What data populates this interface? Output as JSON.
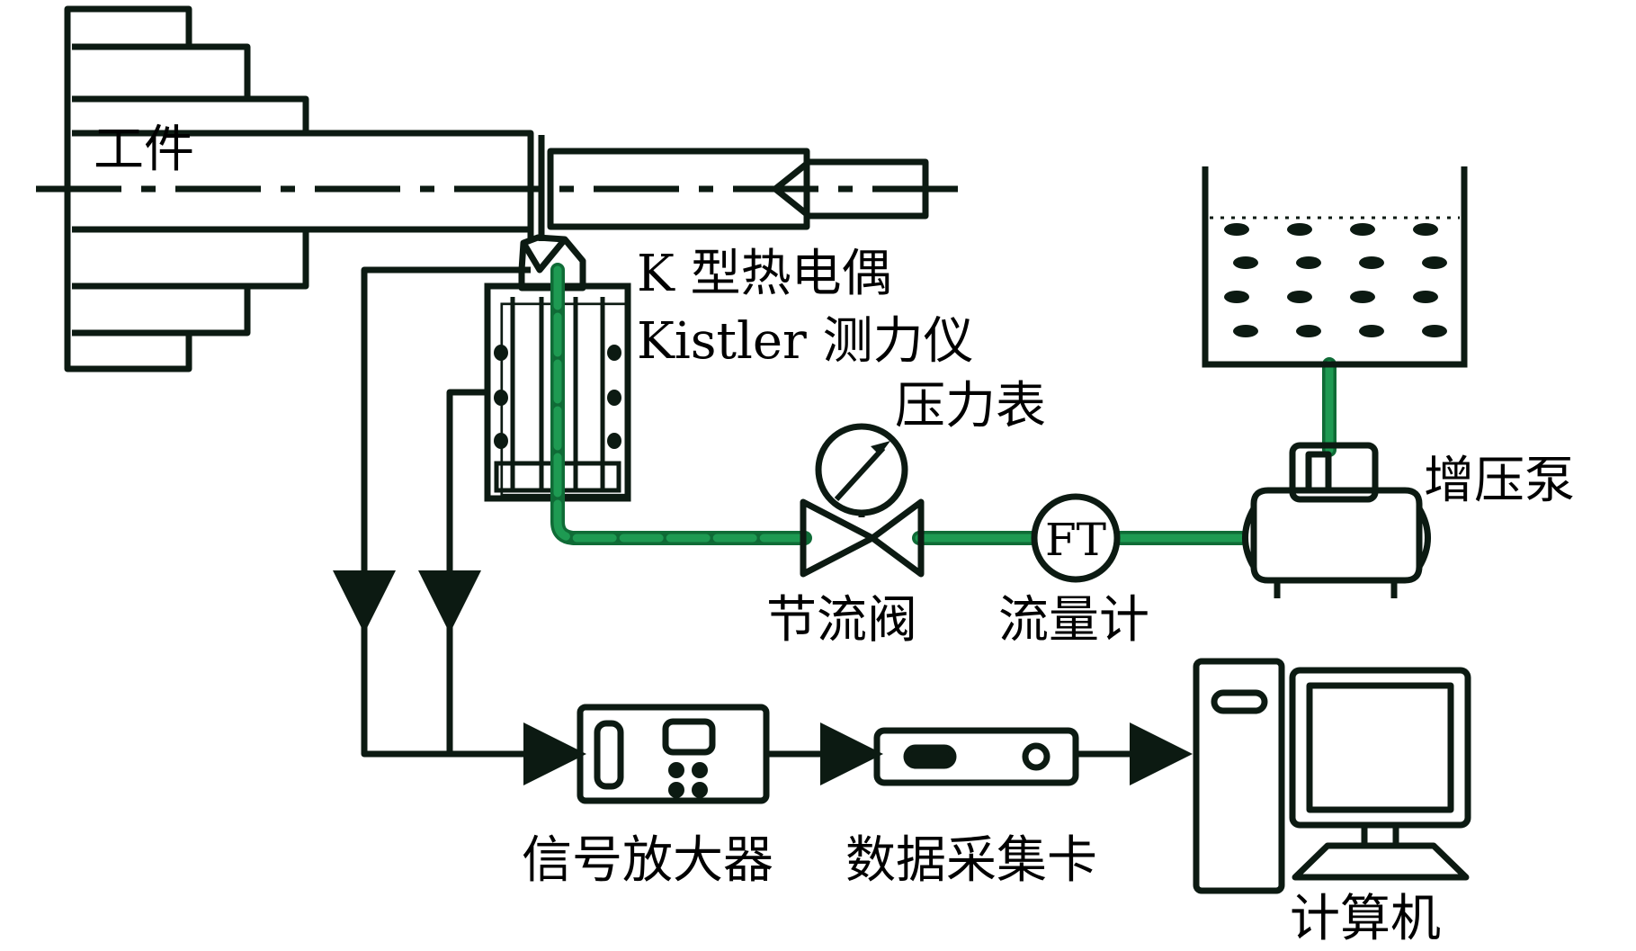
{
  "labels": {
    "workpiece": "工件",
    "thermocouple": "K 型热电偶",
    "dynamometer": "Kistler 测力仪",
    "pressure_gauge": "压力表",
    "booster_pump": "增压泵",
    "throttle_valve": "节流阀",
    "flow_meter": "流量计",
    "flow_meter_symbol": "FT",
    "signal_amplifier": "信号放大器",
    "daq_card": "数据采集卡",
    "computer": "计算机"
  },
  "colors": {
    "line": "#0c1a12",
    "coolant": "#1e9a52",
    "coolant_dark": "#0f6b36",
    "liquid_dash": "#0c1a12",
    "background": "#ffffff"
  },
  "icons": [
    "thermocouple-probe-icon",
    "pressure-gauge-icon",
    "valve-icon",
    "pump-icon",
    "monitor-icon",
    "pc-tower-icon"
  ]
}
